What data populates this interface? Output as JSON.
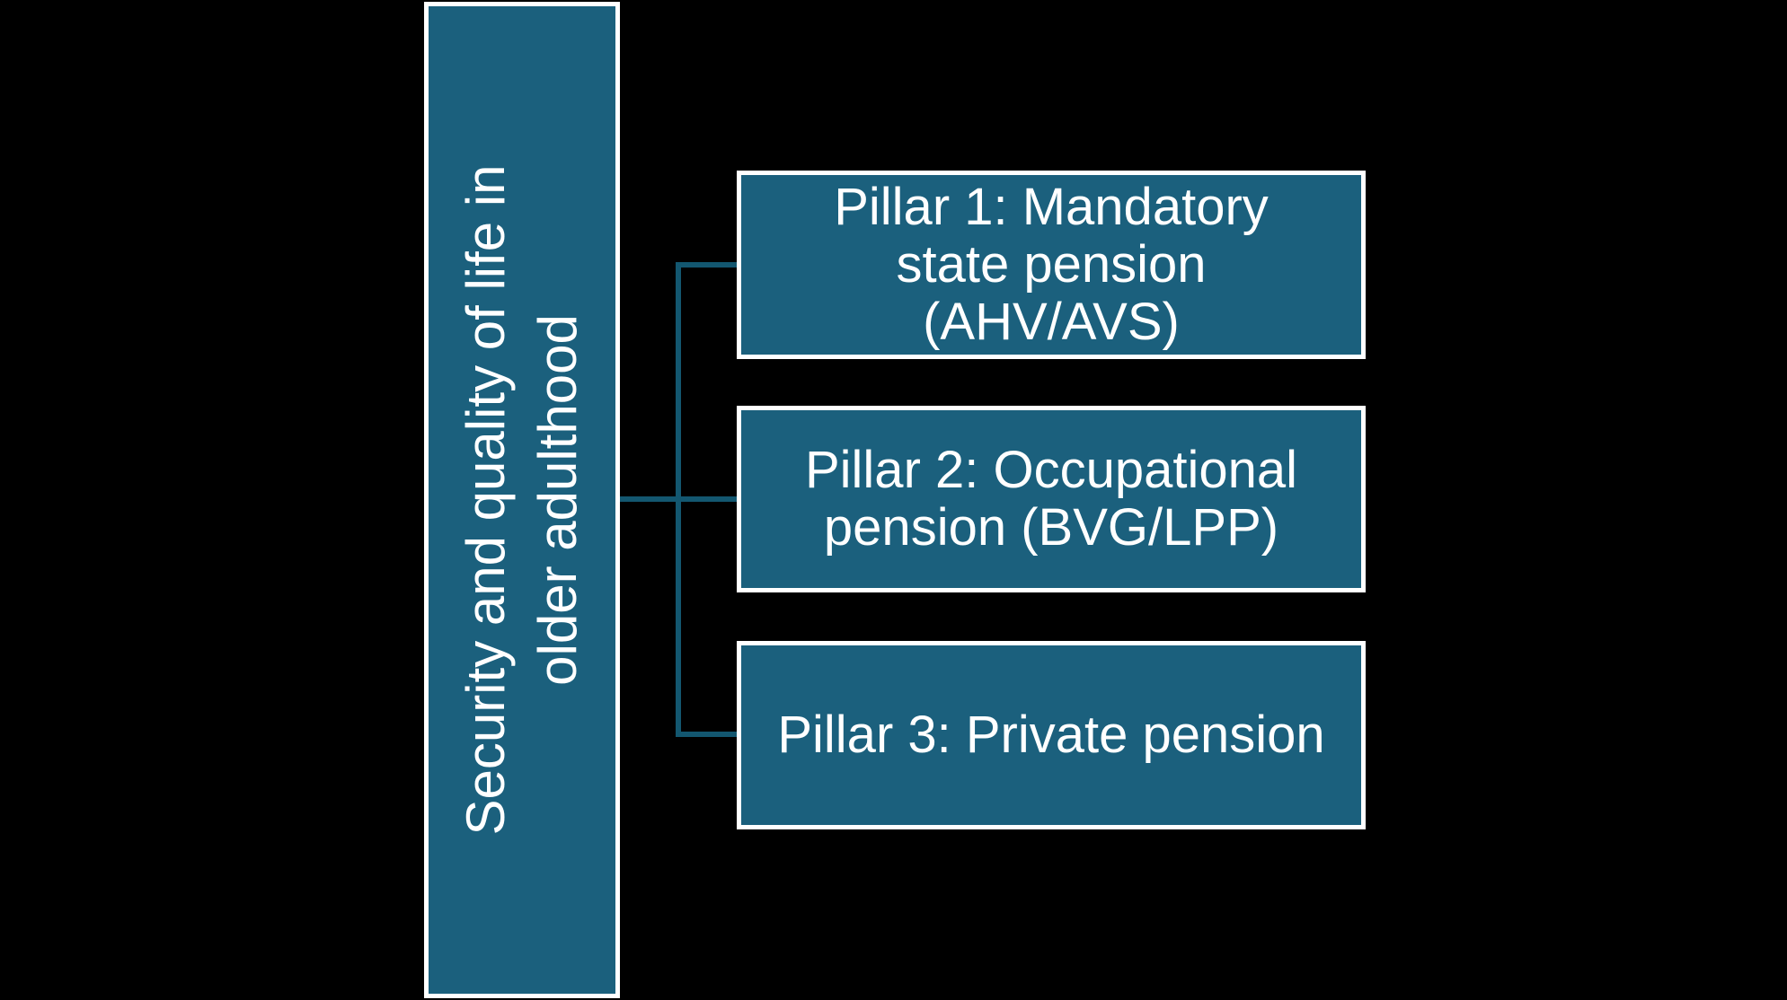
{
  "slide": {
    "background_color": "#000000"
  },
  "colors": {
    "node_fill": "#1B607D",
    "node_border": "#FFFFFF",
    "connector_line": "#135770",
    "text": "#FFFFFF"
  },
  "diagram": {
    "root": {
      "label": "Security and quality of life in older adulthood",
      "lines": [
        "Security and quality of life in",
        "older adulthood"
      ]
    },
    "pillars": [
      {
        "label": "Pillar 1: Mandatory state pension (AHV/AVS)",
        "lines": [
          "Pillar 1: Mandatory",
          "state pension",
          "(AHV/AVS)"
        ]
      },
      {
        "label": "Pillar 2: Occupational pension (BVG/LPP)",
        "lines": [
          "Pillar 2: Occupational",
          "pension (BVG/LPP)"
        ]
      },
      {
        "label": "Pillar 3: Private pension",
        "lines": [
          "Pillar 3: Private pension"
        ]
      }
    ]
  }
}
